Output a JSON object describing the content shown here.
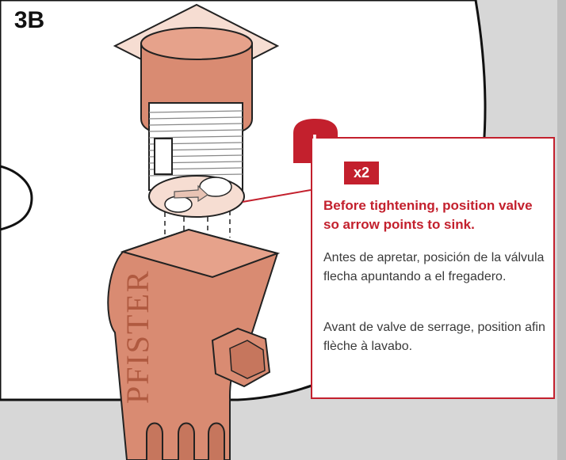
{
  "step_label": "3B",
  "alert_symbol": "!",
  "quantity": "x2",
  "instructions": {
    "en": "Before tightening, position valve so arrow points to sink.",
    "es": "Antes de apretar, posición de la válvula flecha apuntando a el fregadero.",
    "fr": "Avant de valve de serrage, position afin flèche à lavabo."
  },
  "brand": "PFISTER",
  "colors": {
    "accent_red": "#c3202d",
    "part_copper": "#d98b72",
    "page_gray": "#d7d7d7"
  }
}
